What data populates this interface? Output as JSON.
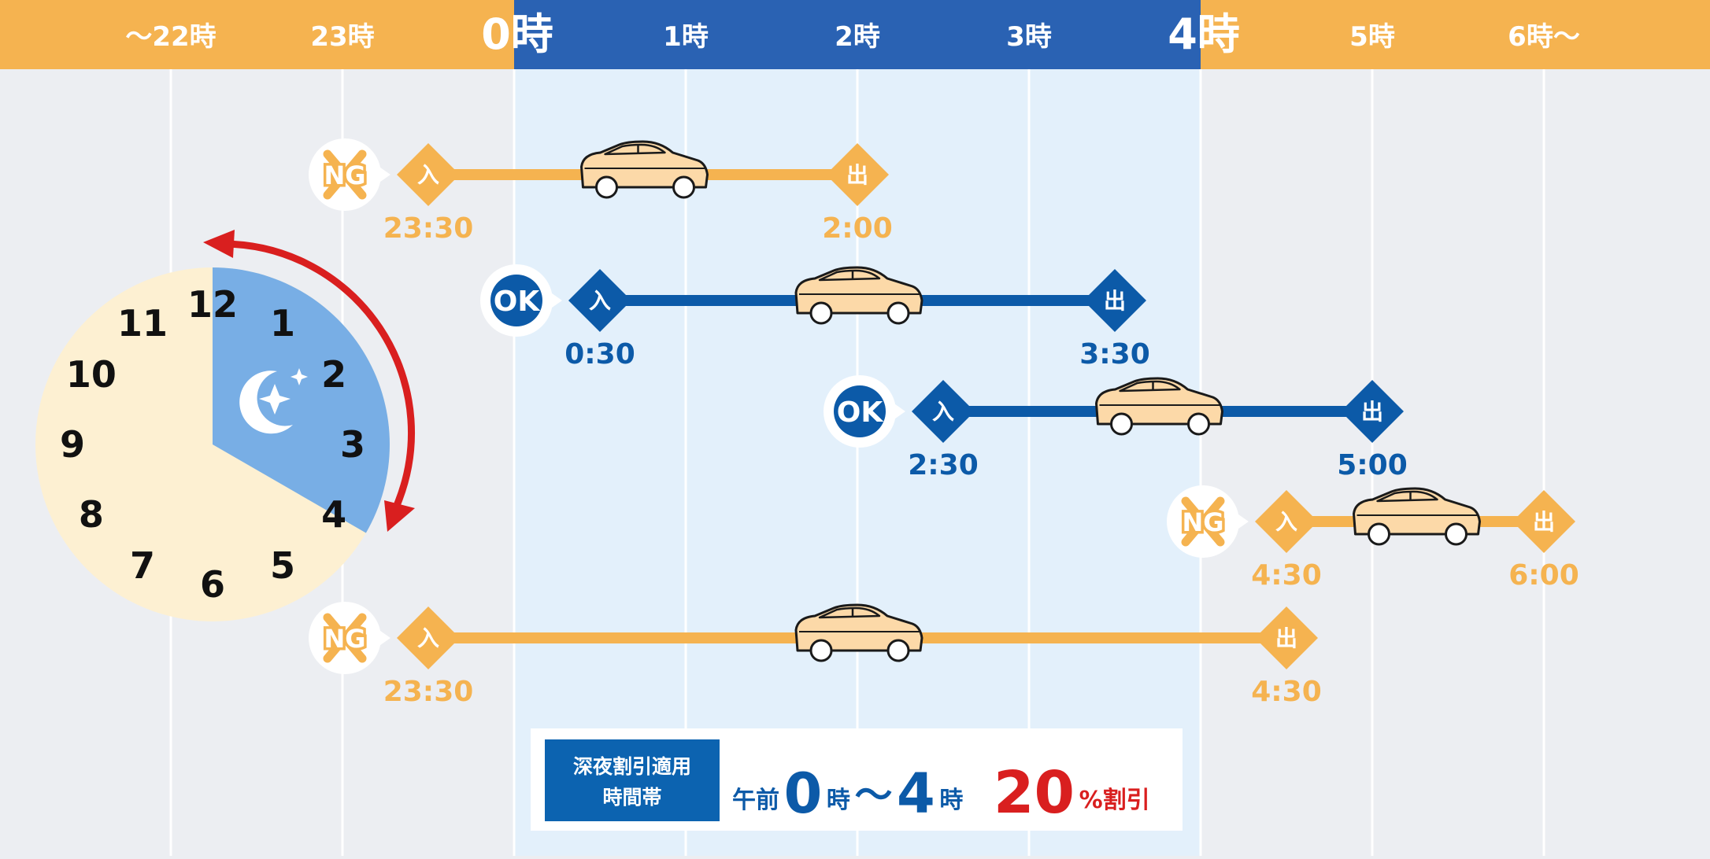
{
  "header": {
    "hours": [
      {
        "label": "～22時",
        "big": false
      },
      {
        "label": "23時",
        "big": false
      },
      {
        "label": "0時",
        "big": true
      },
      {
        "label": "1時",
        "big": false
      },
      {
        "label": "2時",
        "big": false
      },
      {
        "label": "3時",
        "big": false
      },
      {
        "label": "4時",
        "big": true
      },
      {
        "label": "5時",
        "big": false
      },
      {
        "label": "6時～",
        "big": false
      }
    ],
    "discount_window": [
      0,
      4
    ]
  },
  "clock": {
    "numbers": [
      "12",
      "1",
      "2",
      "3",
      "4",
      "5",
      "6",
      "7",
      "8",
      "9",
      "10",
      "11"
    ],
    "highlight_hours": [
      0,
      4
    ]
  },
  "cases": [
    {
      "status": "NG",
      "in_label": "入",
      "out_label": "出",
      "start": -0.5,
      "end": 2.0,
      "start_text": "23:30",
      "end_text": "2:00"
    },
    {
      "status": "OK",
      "in_label": "入",
      "out_label": "出",
      "start": 0.5,
      "end": 3.5,
      "start_text": "0:30",
      "end_text": "3:30"
    },
    {
      "status": "OK",
      "in_label": "入",
      "out_label": "出",
      "start": 2.5,
      "end": 5.0,
      "start_text": "2:30",
      "end_text": "5:00"
    },
    {
      "status": "NG",
      "in_label": "入",
      "out_label": "出",
      "start": 4.5,
      "end": 6.0,
      "start_text": "4:30",
      "end_text": "6:00"
    },
    {
      "status": "NG",
      "in_label": "入",
      "out_label": "出",
      "start": -0.5,
      "end": 4.5,
      "start_text": "23:30",
      "end_text": "4:30"
    }
  ],
  "legend": {
    "badge_line1": "深夜割引適用",
    "badge_line2": "時間帯",
    "prefix": "午前",
    "start_num": "0",
    "start_unit": "時",
    "tilde": "～",
    "end_num": "4",
    "end_unit": "時",
    "discount_num": "20",
    "discount_unit": "%割引"
  },
  "colors": {
    "orange": "#f5b350",
    "blue_header": "#2a62b3",
    "blue_line": "#0c5aa8",
    "light_blue_band": "#e3f0fb",
    "clock_face": "#fdf0d2",
    "clock_sector": "#78aee5",
    "arrow_red": "#d91f1f",
    "car_body": "#fcd9a8",
    "legend_badge": "#0c63b0",
    "legend_red": "#d91f1f"
  }
}
